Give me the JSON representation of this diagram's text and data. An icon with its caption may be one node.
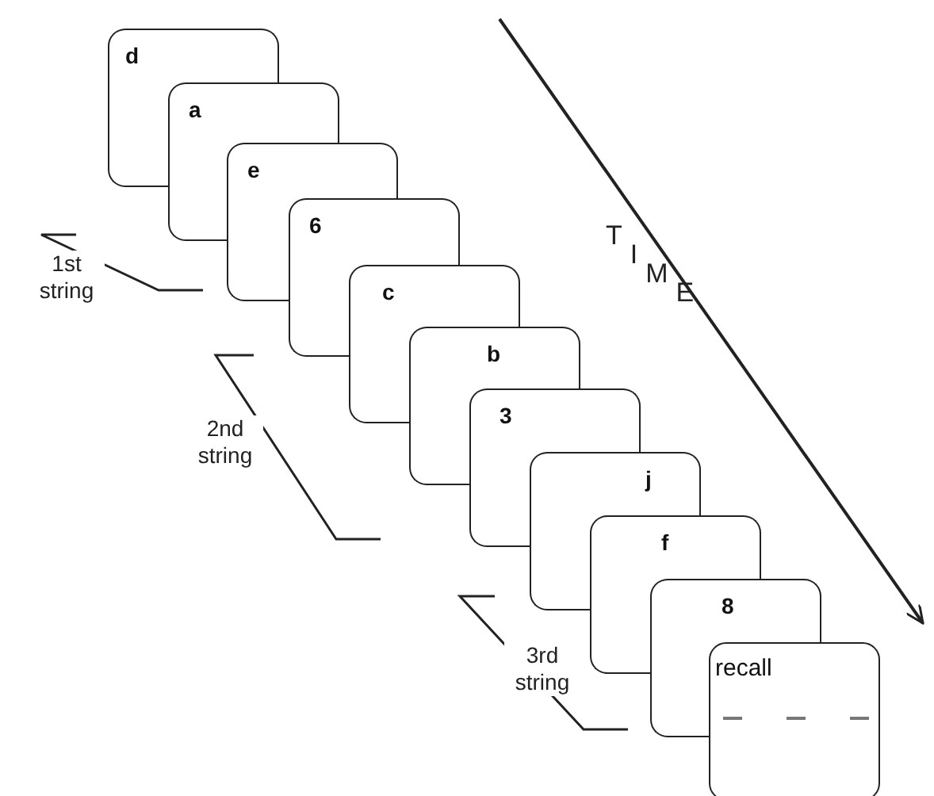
{
  "diagram": {
    "nodes": [
      {
        "text": [
          "d"
        ]
      },
      {
        "text": [
          "a"
        ]
      },
      {
        "text": [
          "e"
        ]
      },
      {
        "text": [
          "6"
        ]
      },
      {
        "text": [
          "c"
        ]
      },
      {
        "text": [
          "b"
        ]
      },
      {
        "text": [
          "3"
        ]
      },
      {
        "text": [
          "j"
        ]
      },
      {
        "text": [
          "f"
        ]
      },
      {
        "text": [
          "8"
        ]
      },
      {
        "text": [
          "recall"
        ]
      }
    ],
    "labels": [
      "1st string",
      "2nd string",
      "3rd string",
      "TIME"
    ]
  }
}
